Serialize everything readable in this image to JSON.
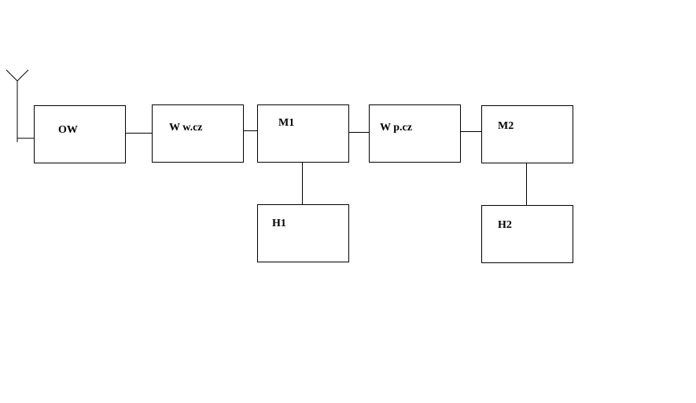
{
  "diagram": {
    "blocks": {
      "ow": {
        "label": "OW"
      },
      "ww": {
        "label": "W w.cz"
      },
      "m1": {
        "label": "M1"
      },
      "wp": {
        "label": "W p.cz"
      },
      "m2": {
        "label": "M2"
      },
      "h1": {
        "label": "H1"
      },
      "h2": {
        "label": "H2"
      }
    },
    "connections": [
      [
        "antenna",
        "ow"
      ],
      [
        "ow",
        "ww"
      ],
      [
        "ww",
        "m1"
      ],
      [
        "m1",
        "wp"
      ],
      [
        "wp",
        "m2"
      ],
      [
        "m1",
        "h1"
      ],
      [
        "m2",
        "h2"
      ]
    ],
    "line_color": "#000000",
    "background": "#ffffff"
  }
}
